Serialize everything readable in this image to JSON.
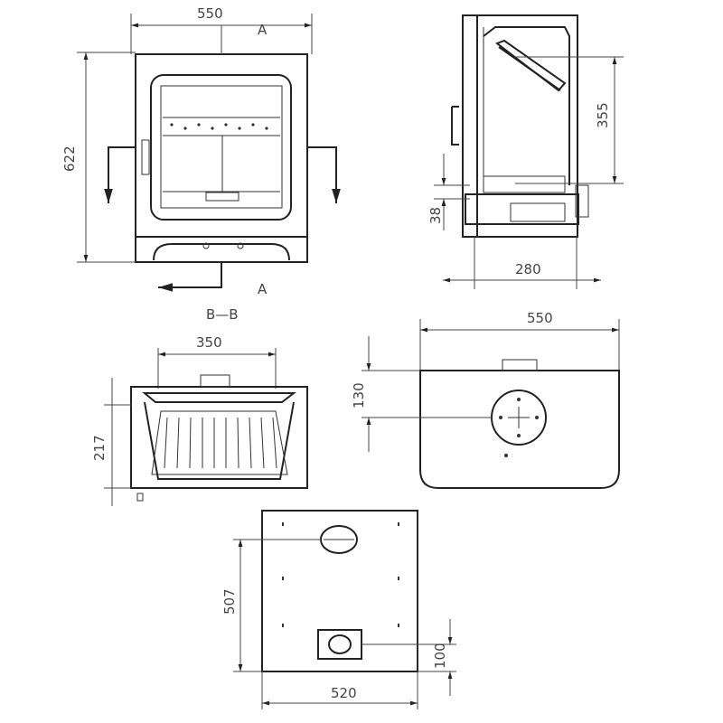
{
  "front_view": {
    "width_dim": "550",
    "height_dim": "622",
    "section_mark_top": "A",
    "section_mark_bottom": "A"
  },
  "side_view": {
    "flue_height_dim": "355",
    "base_height_dim": "38",
    "depth_dim": "280"
  },
  "section_view": {
    "title": "B—B",
    "width_dim": "350",
    "height_dim": "217"
  },
  "top_view": {
    "width_dim": "550",
    "flue_offset_dim": "130"
  },
  "base_view": {
    "depth_dim": "507",
    "rear_offset_dim": "100",
    "width_dim": "520"
  },
  "colors": {
    "line": "#222222",
    "background": "#ffffff"
  }
}
